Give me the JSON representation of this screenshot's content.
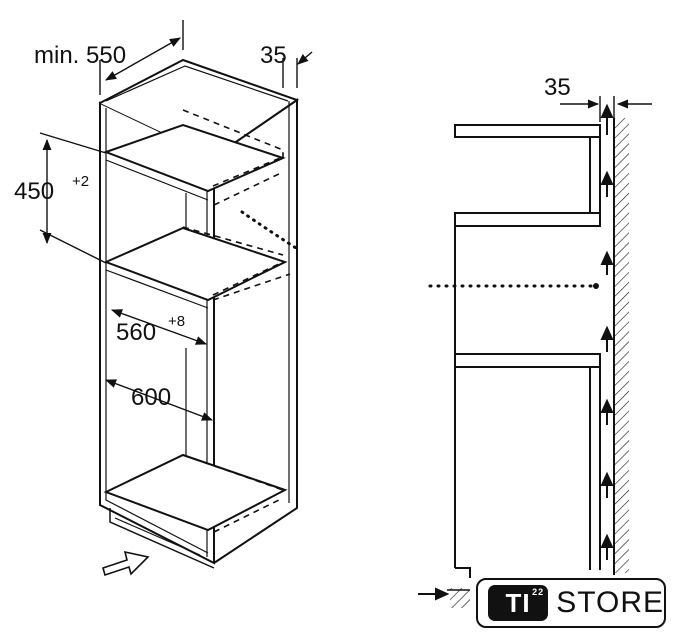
{
  "dimensions": {
    "depth_label": "min. 550",
    "gap_left_label": "35",
    "niche_height_label": "450",
    "niche_height_tol": "+2",
    "inner_width_label": "560",
    "inner_width_tol": "+8",
    "outer_width_label": "600",
    "gap_right_label": "35"
  },
  "logo": {
    "badge": "TI",
    "badge_sup": "22",
    "store": "STORE"
  }
}
